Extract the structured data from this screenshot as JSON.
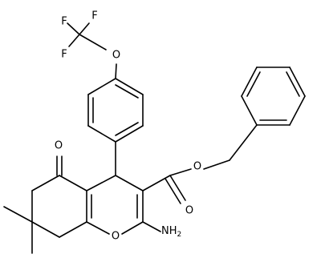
{
  "molecule": {
    "atoms": {
      "f1": "F",
      "f2": "F",
      "f3": "F",
      "o_ether": "O",
      "o_ketone": "O",
      "o_ester_carbonyl": "O",
      "o_ester_link": "O",
      "o_ring": "O",
      "amine_symbol": "NH",
      "amine_subscript": "2"
    },
    "bond_color": "#000000",
    "label_color": "#000000"
  }
}
